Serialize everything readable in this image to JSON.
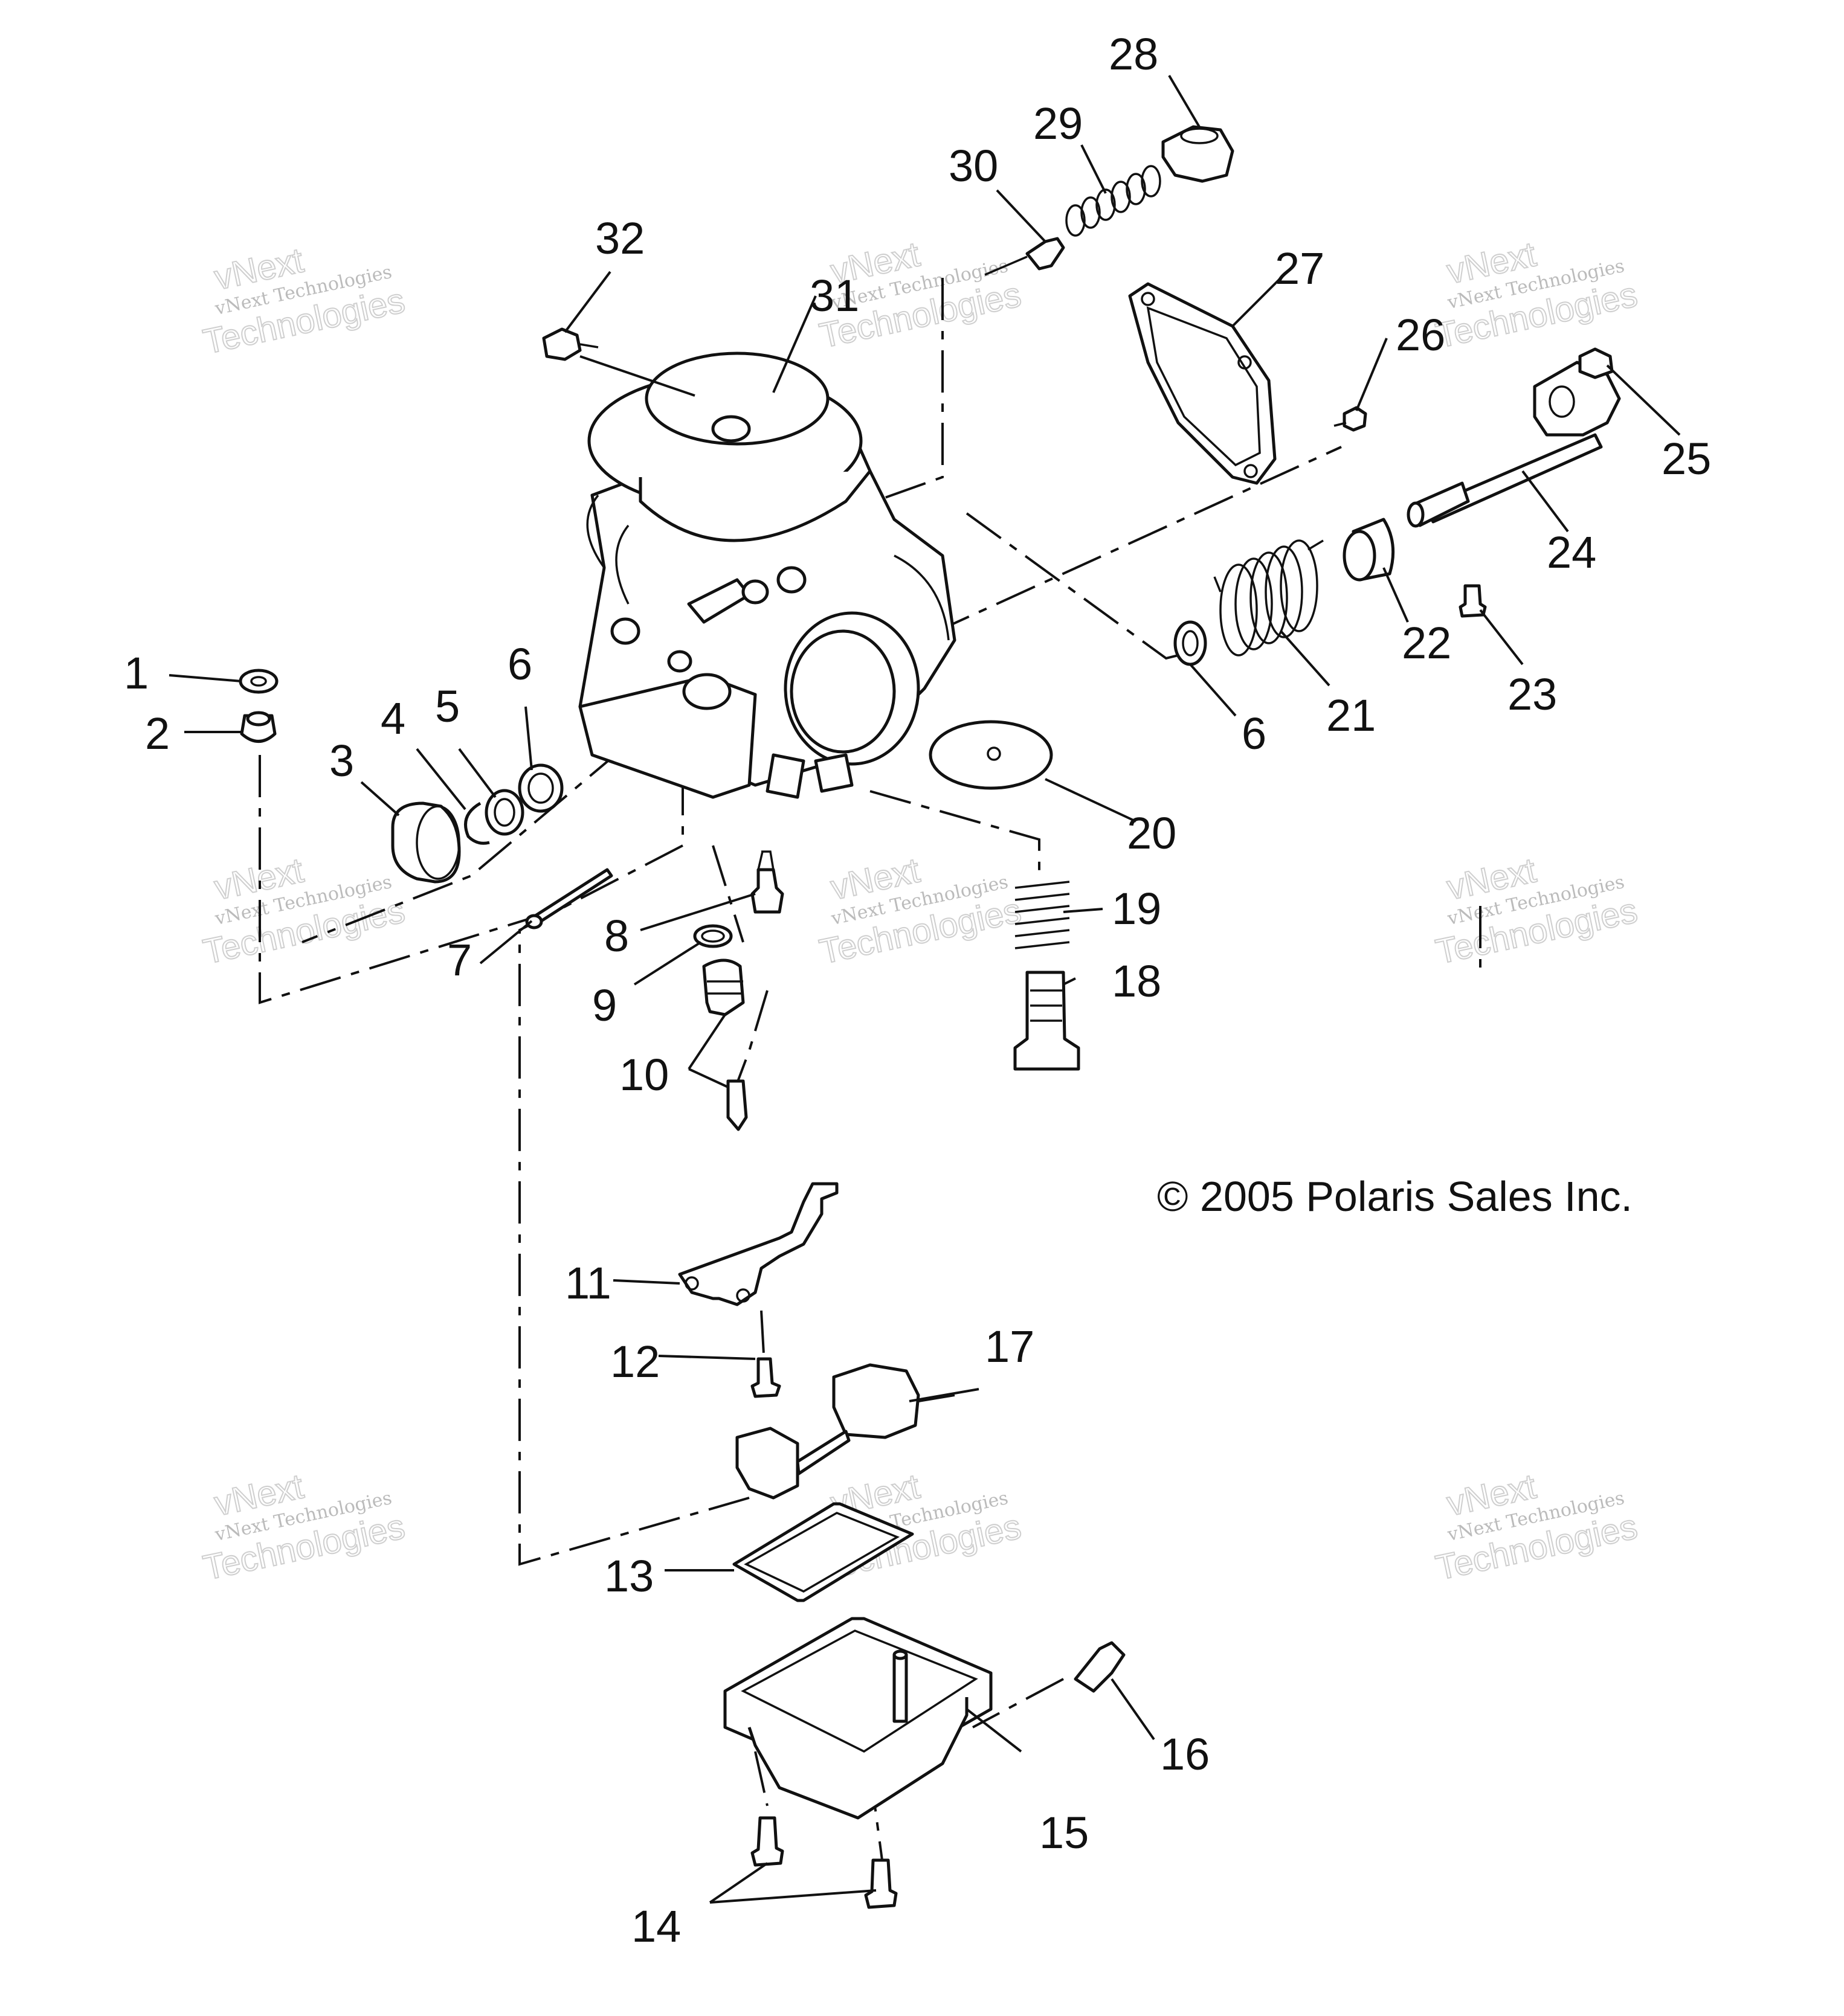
{
  "copyright": "© 2005 Polaris Sales Inc.",
  "watermark": {
    "line1": "vNext Technologies",
    "line2": "vNext",
    "line3": "Technologies"
  },
  "callouts": [
    "1",
    "2",
    "3",
    "4",
    "5",
    "6",
    "7",
    "8",
    "9",
    "10",
    "11",
    "12",
    "13",
    "14",
    "15",
    "16",
    "17",
    "18",
    "19",
    "20",
    "21",
    "22",
    "23",
    "24",
    "25",
    "26",
    "27",
    "28",
    "29",
    "30",
    "31",
    "32",
    "6"
  ]
}
